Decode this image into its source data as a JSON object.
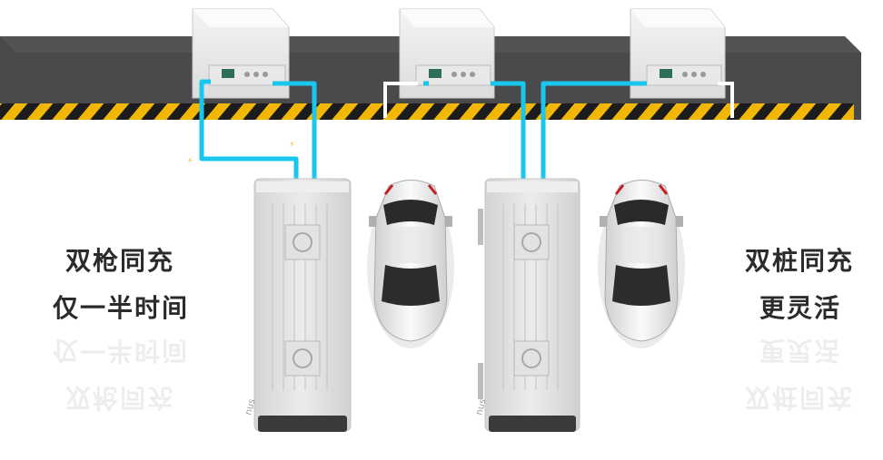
{
  "left_caption": {
    "line1": "双枪同充",
    "line2": "仅一半时间"
  },
  "right_caption": {
    "line1": "双桩同充",
    "line2": "更灵活"
  },
  "cabinet_watermark": "nus",
  "colors": {
    "beam": "#4a4a4c",
    "beam_top": "#5c5c5e",
    "hazard_yellow": "#f2b705",
    "hazard_black": "#1c1c1c",
    "cable_cyan": "#19c6ee",
    "cable_white": "#ffffff",
    "cabinet": "#e4e4e4",
    "text": "#2b2b2b"
  },
  "icons": [
    "charging-module-icon",
    "car-icon",
    "charging-cabinet-icon"
  ]
}
